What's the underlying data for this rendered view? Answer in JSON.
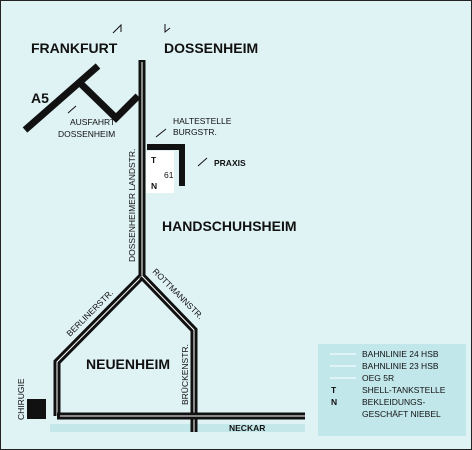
{
  "colors": {
    "background": "#dff2f4",
    "road": "#111111",
    "tram_line": "#ffffff",
    "river": "#c4e7ea",
    "legend_box": "#c2e7eb",
    "frame": "#222222"
  },
  "labels": {
    "frankfurt": "FRANKFURT",
    "dossenheim": "DOSSENHEIM",
    "a5": "A5",
    "ausfahrt_line1": "AUSFAHRT",
    "ausfahrt_line2": "DOSSENHEIM",
    "haltestelle_line1": "HALTESTELLE",
    "haltestelle_line2": "BURGSTR.",
    "praxis": "PRAXIS",
    "marker_t": "T",
    "marker_n": "N",
    "house_number": "61",
    "dossenheimer_landstr": "DOSSENHEIMER LANDSTR.",
    "handschuhsheim": "HANDSCHUHSHEIM",
    "berlinerstr": "BERLINERSTR.",
    "rottmannstr": "ROTTMANNSTR.",
    "neuenheim": "NEUENHEIM",
    "brueckenstr": "BRÜCKENSTR.",
    "chirugie": "CHIRUGIE",
    "neckar": "NECKAR"
  },
  "legend": {
    "items": [
      {
        "symbol": "line",
        "label": "BAHNLINIE 24 HSB"
      },
      {
        "symbol": "line",
        "label": "BAHNLINIE 23 HSB"
      },
      {
        "symbol": "line",
        "label": "OEG 5R"
      },
      {
        "symbol": "T",
        "label": "SHELL-TANKSTELLE"
      },
      {
        "symbol": "N",
        "label": "BEKLEIDUNGS-"
      },
      {
        "symbol": "",
        "label": "GESCHÄFT NIEBEL"
      }
    ]
  }
}
